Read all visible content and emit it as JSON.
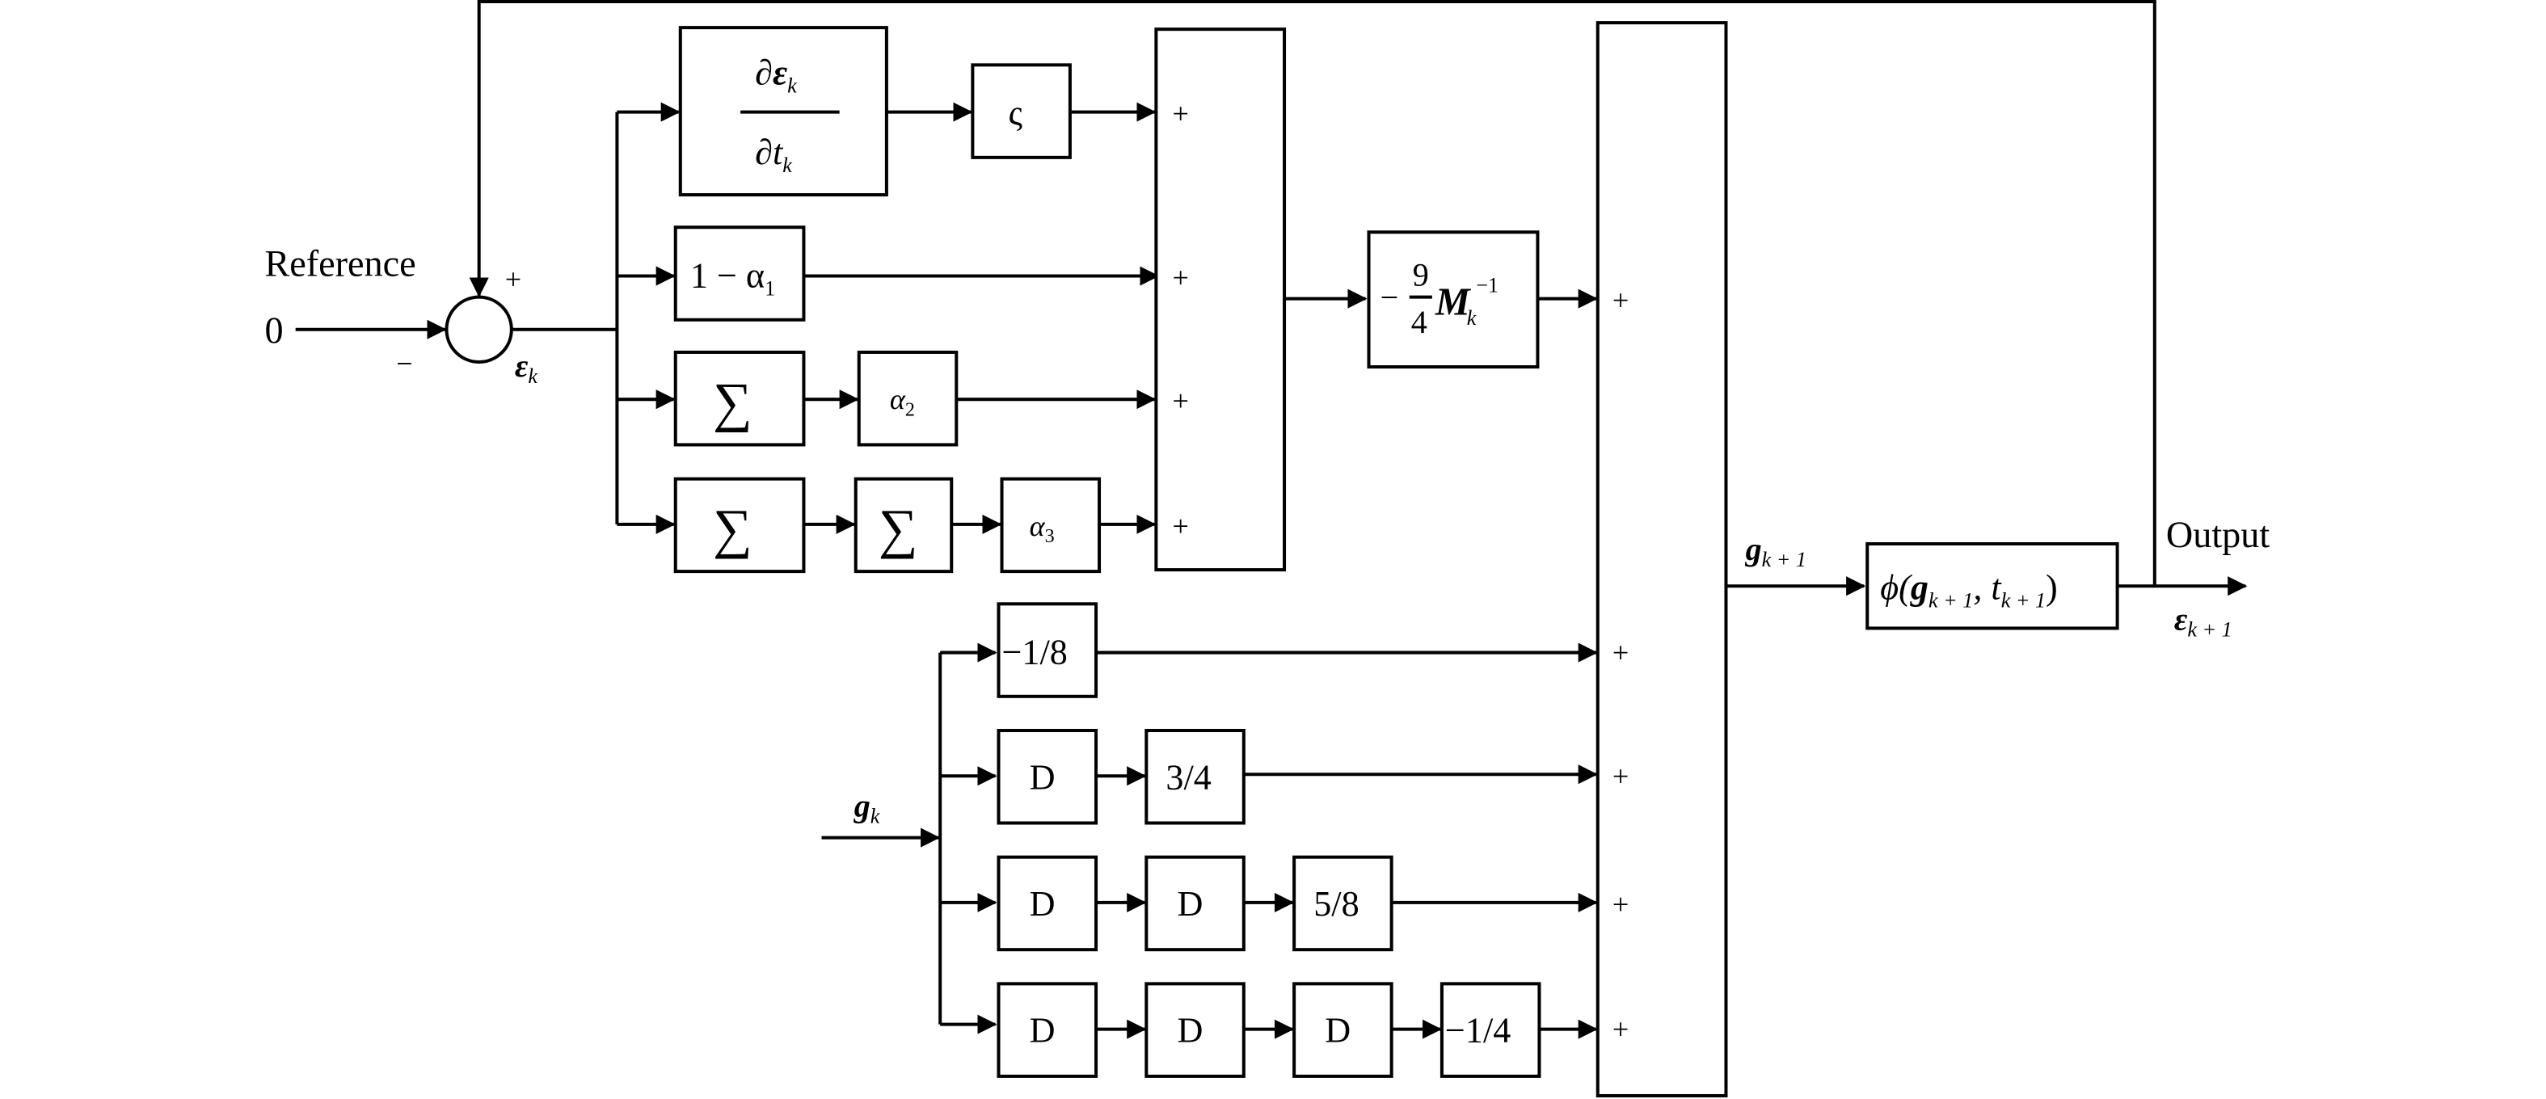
{
  "labels": {
    "reference": "Reference",
    "zero": "0",
    "plus": "+",
    "minus": "−",
    "eps": "ε",
    "k": "k",
    "output": "Output",
    "g": "g",
    "k_plus_1": "k + 1"
  },
  "blocks": {
    "derivative_num_sym": "∂",
    "derivative_den": "t",
    "varsigma": "ς",
    "one_minus_alpha1": "1 − α",
    "alpha1_sub": "1",
    "sigma": "∑",
    "alpha2": "α",
    "alpha2_sub": "2",
    "alpha3": "α",
    "alpha3_sub": "3",
    "gain_prefix": "−",
    "gain_num": "9",
    "gain_den": "4",
    "gain_M": "M",
    "gain_sup": "−1",
    "phi": "ϕ(",
    "phi_sep": ", t",
    "phi_close": ")",
    "c_minus_1_8": "−1/8",
    "c_3_4": "3/4",
    "c_5_8": "5/8",
    "c_minus_1_4": "−1/4",
    "delay": "D"
  }
}
